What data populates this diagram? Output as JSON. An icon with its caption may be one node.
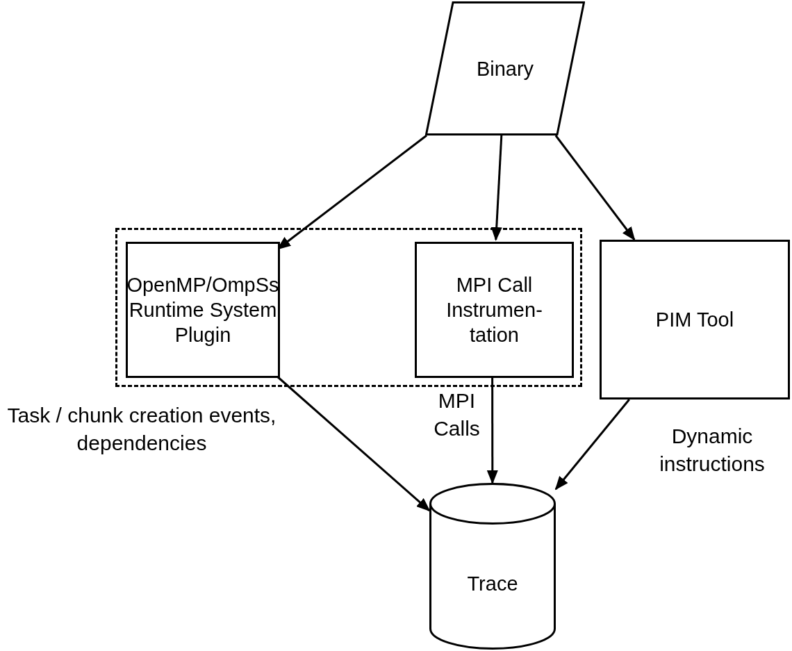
{
  "diagram": {
    "nodes": [
      {
        "text": [
          "Binary"
        ]
      },
      {
        "text": [],
        "shape": "box"
      },
      {
        "text": [
          "OpenMP/OmpSs Runtime System Plugin"
        ],
        "in": 1
      },
      {
        "text": [
          "MPI Call Instrumen- tation"
        ],
        "in": 1
      },
      {
        "text": [
          "PIM Tool"
        ]
      },
      {
        "text": [
          "Trace"
        ]
      }
    ],
    "edges": [
      {
        "from": 0,
        "to": 2,
        "arrow": "to"
      },
      {
        "from": 0,
        "to": 3,
        "arrow": "to"
      },
      {
        "from": 0,
        "to": 4,
        "arrow": "to"
      },
      {
        "from": 2,
        "to": 5,
        "arrow": "to",
        "label": "Task / chunk creation events, dependencies"
      },
      {
        "from": 3,
        "to": 5,
        "arrow": "to",
        "label": "MPI Calls"
      },
      {
        "from": 4,
        "to": 5,
        "arrow": "to",
        "label": "Dynamic instructions"
      }
    ]
  }
}
